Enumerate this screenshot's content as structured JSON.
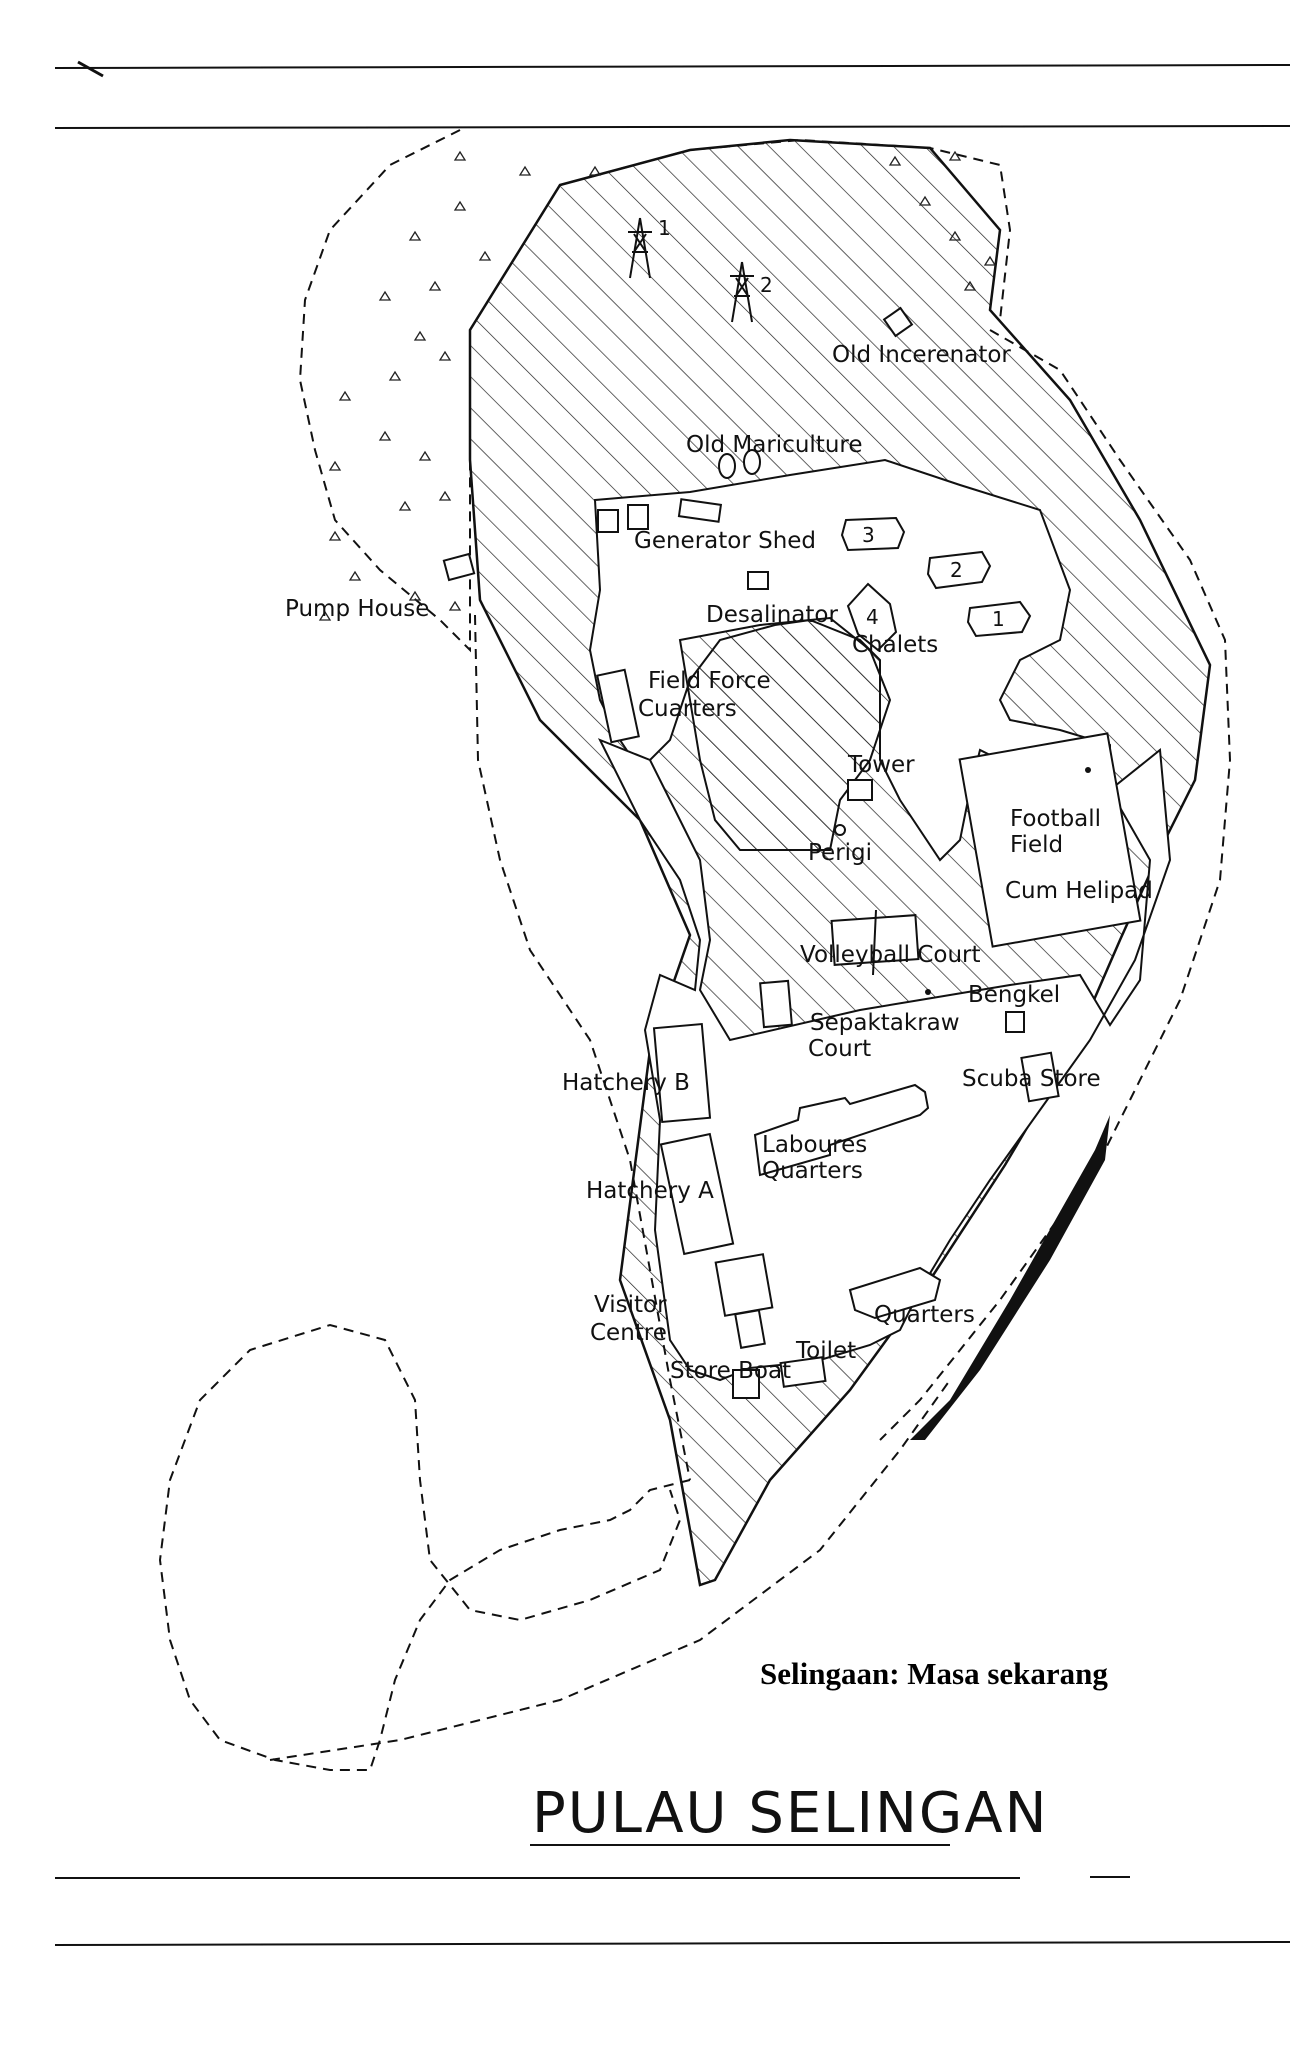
{
  "map": {
    "title": "PULAU SELINGAN",
    "caption": "Selingaan: Masa sekarang",
    "labels": {
      "old_incinerator": "Old Incerenator",
      "old_mariculture": "Old Mariculture",
      "generator_shed": "Generator Shed",
      "pump_house": "Pump House",
      "desalinator": "Desalinator",
      "chalets": "Chalets",
      "field_force_1": "Field Force",
      "field_force_2": "Cuarters",
      "tower": "Tower",
      "perigi": "Perigi",
      "football_1": "Football",
      "football_2": "Field",
      "football_3": "Cum Helipad",
      "volleyball": "Volleyball Court",
      "bengkel": "Bengkel",
      "sepaktakraw_1": "Sepaktakraw",
      "sepaktakraw_2": "Court",
      "hatchery_b": "Hatchery B",
      "scuba_store": "Scuba Store",
      "laboures_1": "Laboures",
      "laboures_2": "Quarters",
      "hatchery_a": "Hatchery A",
      "visitor_1": "Visitor",
      "visitor_2": "Centre",
      "ranger_quarters": "Quarters",
      "store_boat": "Store Boat",
      "toilet": "Toilet"
    },
    "chalet_numbers": [
      "1",
      "2",
      "3",
      "4"
    ],
    "tower_numbers": [
      "1",
      "2"
    ]
  }
}
